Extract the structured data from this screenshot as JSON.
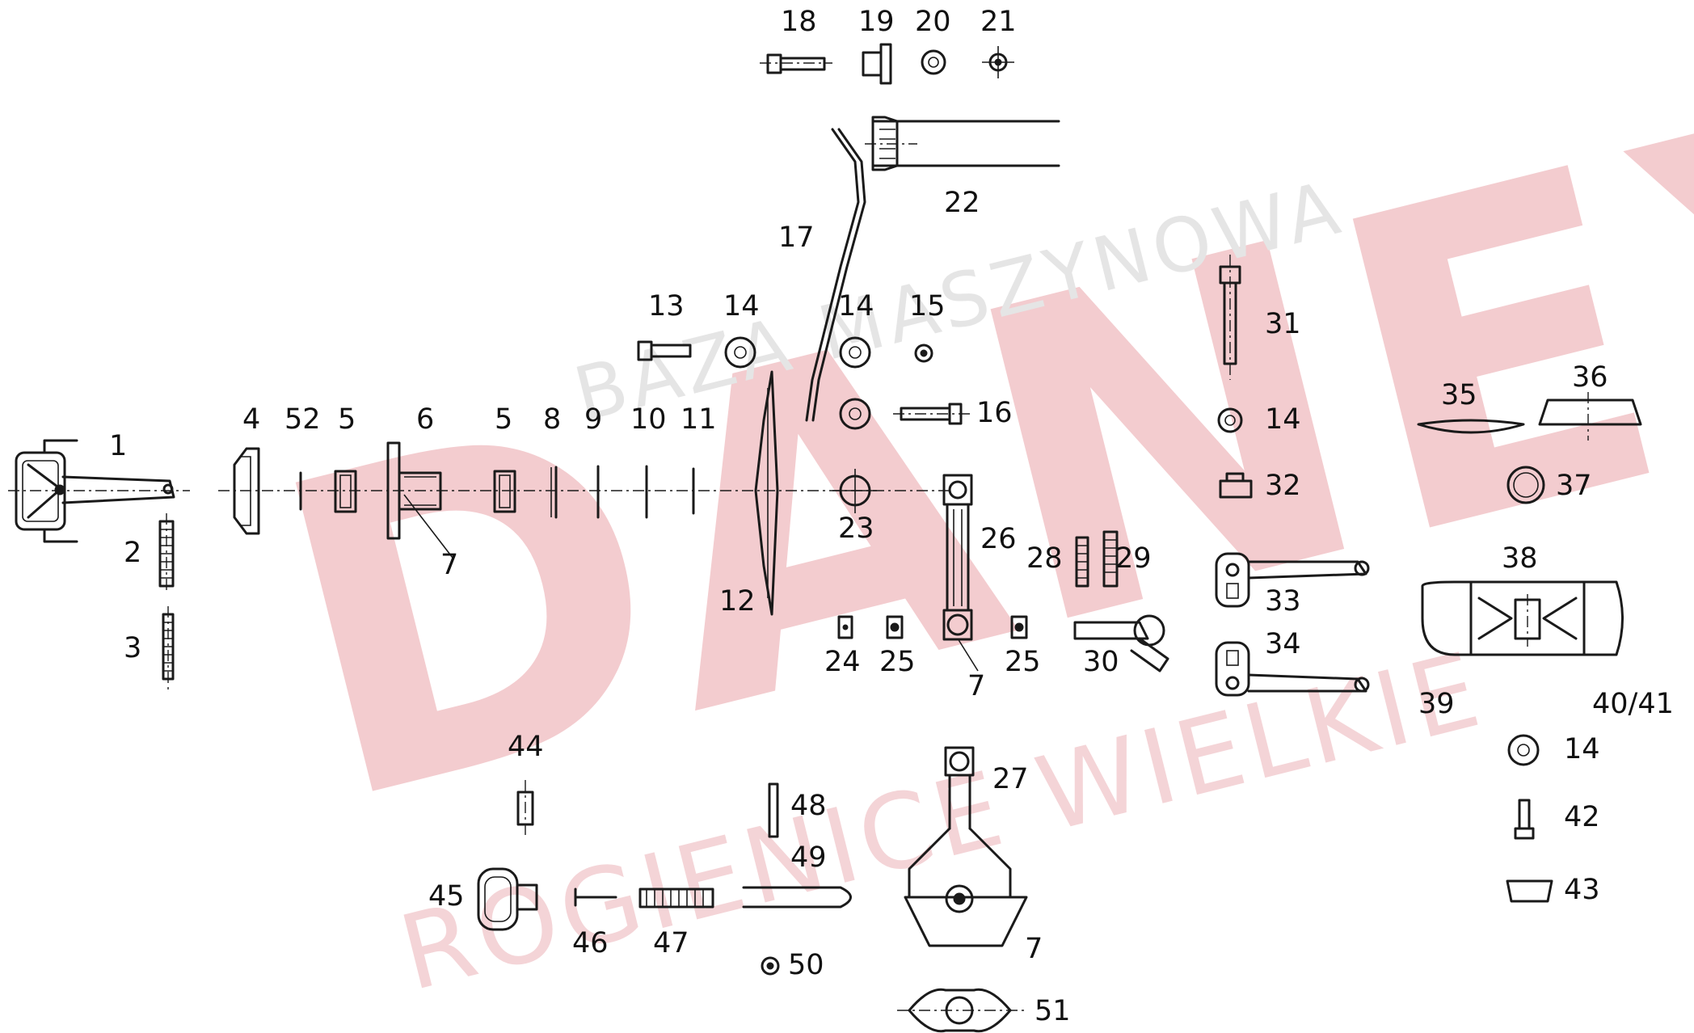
{
  "watermark": {
    "brand": "DANEX",
    "top_line": "BAZA MASZYNOWA",
    "bottom_line": "ROGIENICE WIELKIE",
    "colors": {
      "red": "#e5848a",
      "gray": "#b5b5b5"
    }
  },
  "labels": {
    "p1": "1",
    "p2": "2",
    "p3": "3",
    "p4": "4",
    "p52": "52",
    "p5a": "5",
    "p6": "6",
    "p5b": "5",
    "p8": "8",
    "p9": "9",
    "p10": "10",
    "p11": "11",
    "p7a": "7",
    "p12": "12",
    "p13": "13",
    "p14a": "14",
    "p14b": "14",
    "p15": "15",
    "p16": "16",
    "p17": "17",
    "p18": "18",
    "p19": "19",
    "p20": "20",
    "p21": "21",
    "p22": "22",
    "p23": "23",
    "p24": "24",
    "p25a": "25",
    "p25b": "25",
    "p26": "26",
    "p7b": "7",
    "p27": "27",
    "p28": "28",
    "p29": "29",
    "p30": "30",
    "p31": "31",
    "p14c": "14",
    "p32": "32",
    "p33": "33",
    "p34": "34",
    "p35": "35",
    "p36": "36",
    "p37": "37",
    "p38": "38",
    "p39": "39",
    "p4041": "40/41",
    "p14d": "14",
    "p42": "42",
    "p43": "43",
    "p44": "44",
    "p45": "45",
    "p46": "46",
    "p47": "47",
    "p48": "48",
    "p49": "49",
    "p50": "50",
    "p51": "51",
    "p7c": "7"
  }
}
